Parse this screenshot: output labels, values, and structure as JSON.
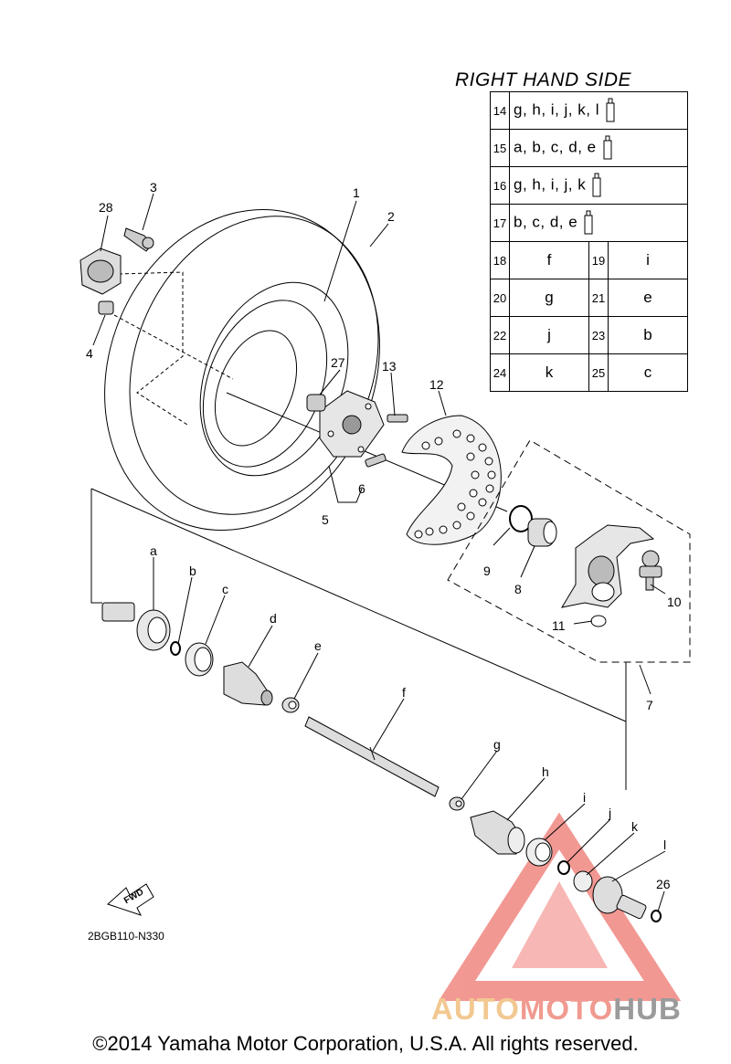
{
  "table": {
    "title": "RIGHT HAND SIDE",
    "rows_wide": [
      {
        "num": "14",
        "text": "g, h, i, j, k, l"
      },
      {
        "num": "15",
        "text": "a, b, c, d, e"
      },
      {
        "num": "16",
        "text": "g, h, i, j, k"
      },
      {
        "num": "17",
        "text": "b, c, d, e"
      }
    ],
    "rows_pair": [
      {
        "n1": "18",
        "v1": "f",
        "n2": "19",
        "v2": "i"
      },
      {
        "n1": "20",
        "v1": "g",
        "n2": "21",
        "v2": "e"
      },
      {
        "n1": "22",
        "v1": "j",
        "n2": "23",
        "v2": "b"
      },
      {
        "n1": "24",
        "v1": "k",
        "n2": "25",
        "v2": "c"
      }
    ]
  },
  "labels": {
    "n1": "1",
    "n2": "2",
    "n3": "3",
    "n4": "4",
    "n5": "5",
    "n6": "6",
    "n7": "7",
    "n8": "8",
    "n9": "9",
    "n10": "10",
    "n11": "11",
    "n12": "12",
    "n13": "13",
    "n26": "26",
    "n27": "27",
    "n28": "28",
    "a": "a",
    "b": "b",
    "c": "c",
    "d": "d",
    "e": "e",
    "f": "f",
    "g": "g",
    "h": "h",
    "i": "i",
    "j": "j",
    "k": "k",
    "l": "l"
  },
  "fwd_label": "FWD",
  "diagram_code": "2BGB110-N330",
  "watermark": {
    "part1": "AUTO",
    "part2": "MOTO",
    "part3": "HUB"
  },
  "copyright": "©2014 Yamaha Motor Corporation, U.S.A. All rights reserved.",
  "colors": {
    "watermark_red": "#e8453c",
    "watermark_yellow": "#f2c891",
    "watermark_gray": "#9b9b9b"
  }
}
